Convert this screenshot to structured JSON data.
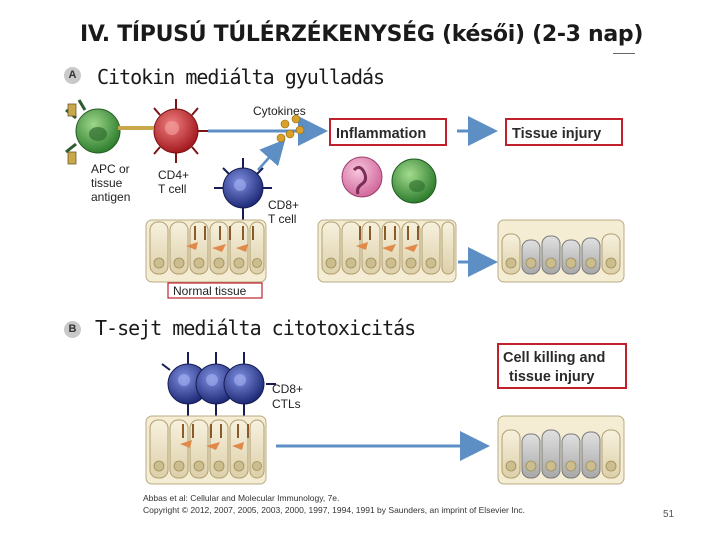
{
  "slide": {
    "title": "IV. TÍPUSÚ TÚLÉRZÉKENYSÉG (késői) (2-3 nap)",
    "page_number": "51"
  },
  "panel_a": {
    "badge": "A",
    "heading": "Citokin mediálta gyulladás",
    "labels": {
      "cytokines": "Cytokines",
      "inflammation": "Inflammation",
      "tissue_injury": "Tissue injury",
      "apc_line1": "APC or",
      "apc_line2": "tissue",
      "apc_line3": "antigen",
      "cd4_line1": "CD4+",
      "cd4_line2": "T cell",
      "cd8_line1": "CD8+",
      "cd8_line2": "T cell",
      "normal_tissue": "Normal tissue"
    }
  },
  "panel_b": {
    "badge": "B",
    "heading": "T-sejt mediálta citotoxicitás",
    "labels": {
      "cell_killing_line1": "Cell killing and",
      "cell_killing_line2": "tissue injury",
      "ctl_line1": "CD8+",
      "ctl_line2": "CTLs"
    }
  },
  "credit": {
    "line1": "Abbas et al: Cellular and Molecular Immunology, 7e.",
    "line2": "Copyright © 2012, 2007, 2005, 2003, 2000, 1997, 1994, 1991 by Saunders, an imprint of Elsevier Inc."
  },
  "colors": {
    "label_box_border": "#c0202a",
    "apc_green": "#3d9a3d",
    "cd4_red": "#c8252b",
    "cd8_blue": "#2e3f9c",
    "neutrophil_pink": "#e48ab5",
    "macrophage_green": "#3f9e3f",
    "cytokine_gold": "#d9a02a",
    "arrow_blue": "#5d8fc4",
    "tissue_cell": "#ece3c8",
    "injured_cell": "#b5b5b5"
  }
}
